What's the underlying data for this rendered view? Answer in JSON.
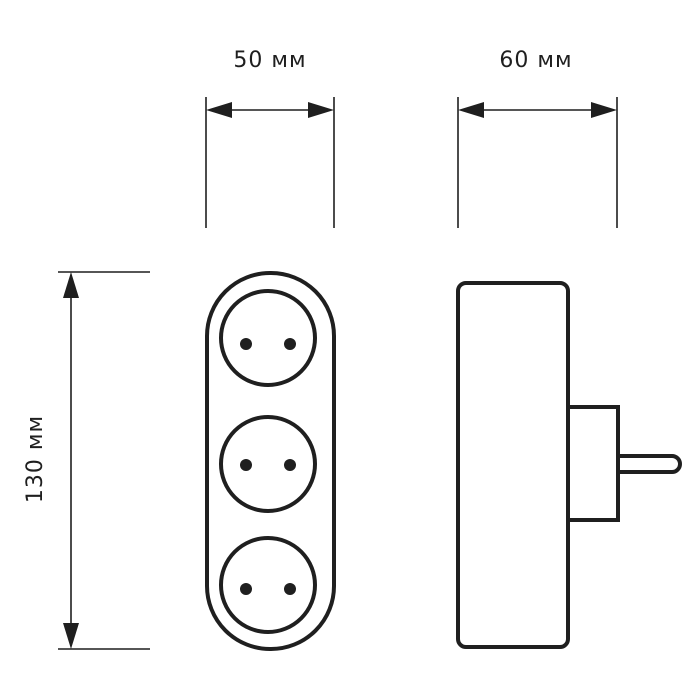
{
  "dimensions": {
    "width_front": "50 мм",
    "width_side": "60 мм",
    "height": "130 мм"
  },
  "product": {
    "socket_count": 3
  },
  "colors": {
    "line": "#1f1f1f",
    "background": "#ffffff"
  }
}
